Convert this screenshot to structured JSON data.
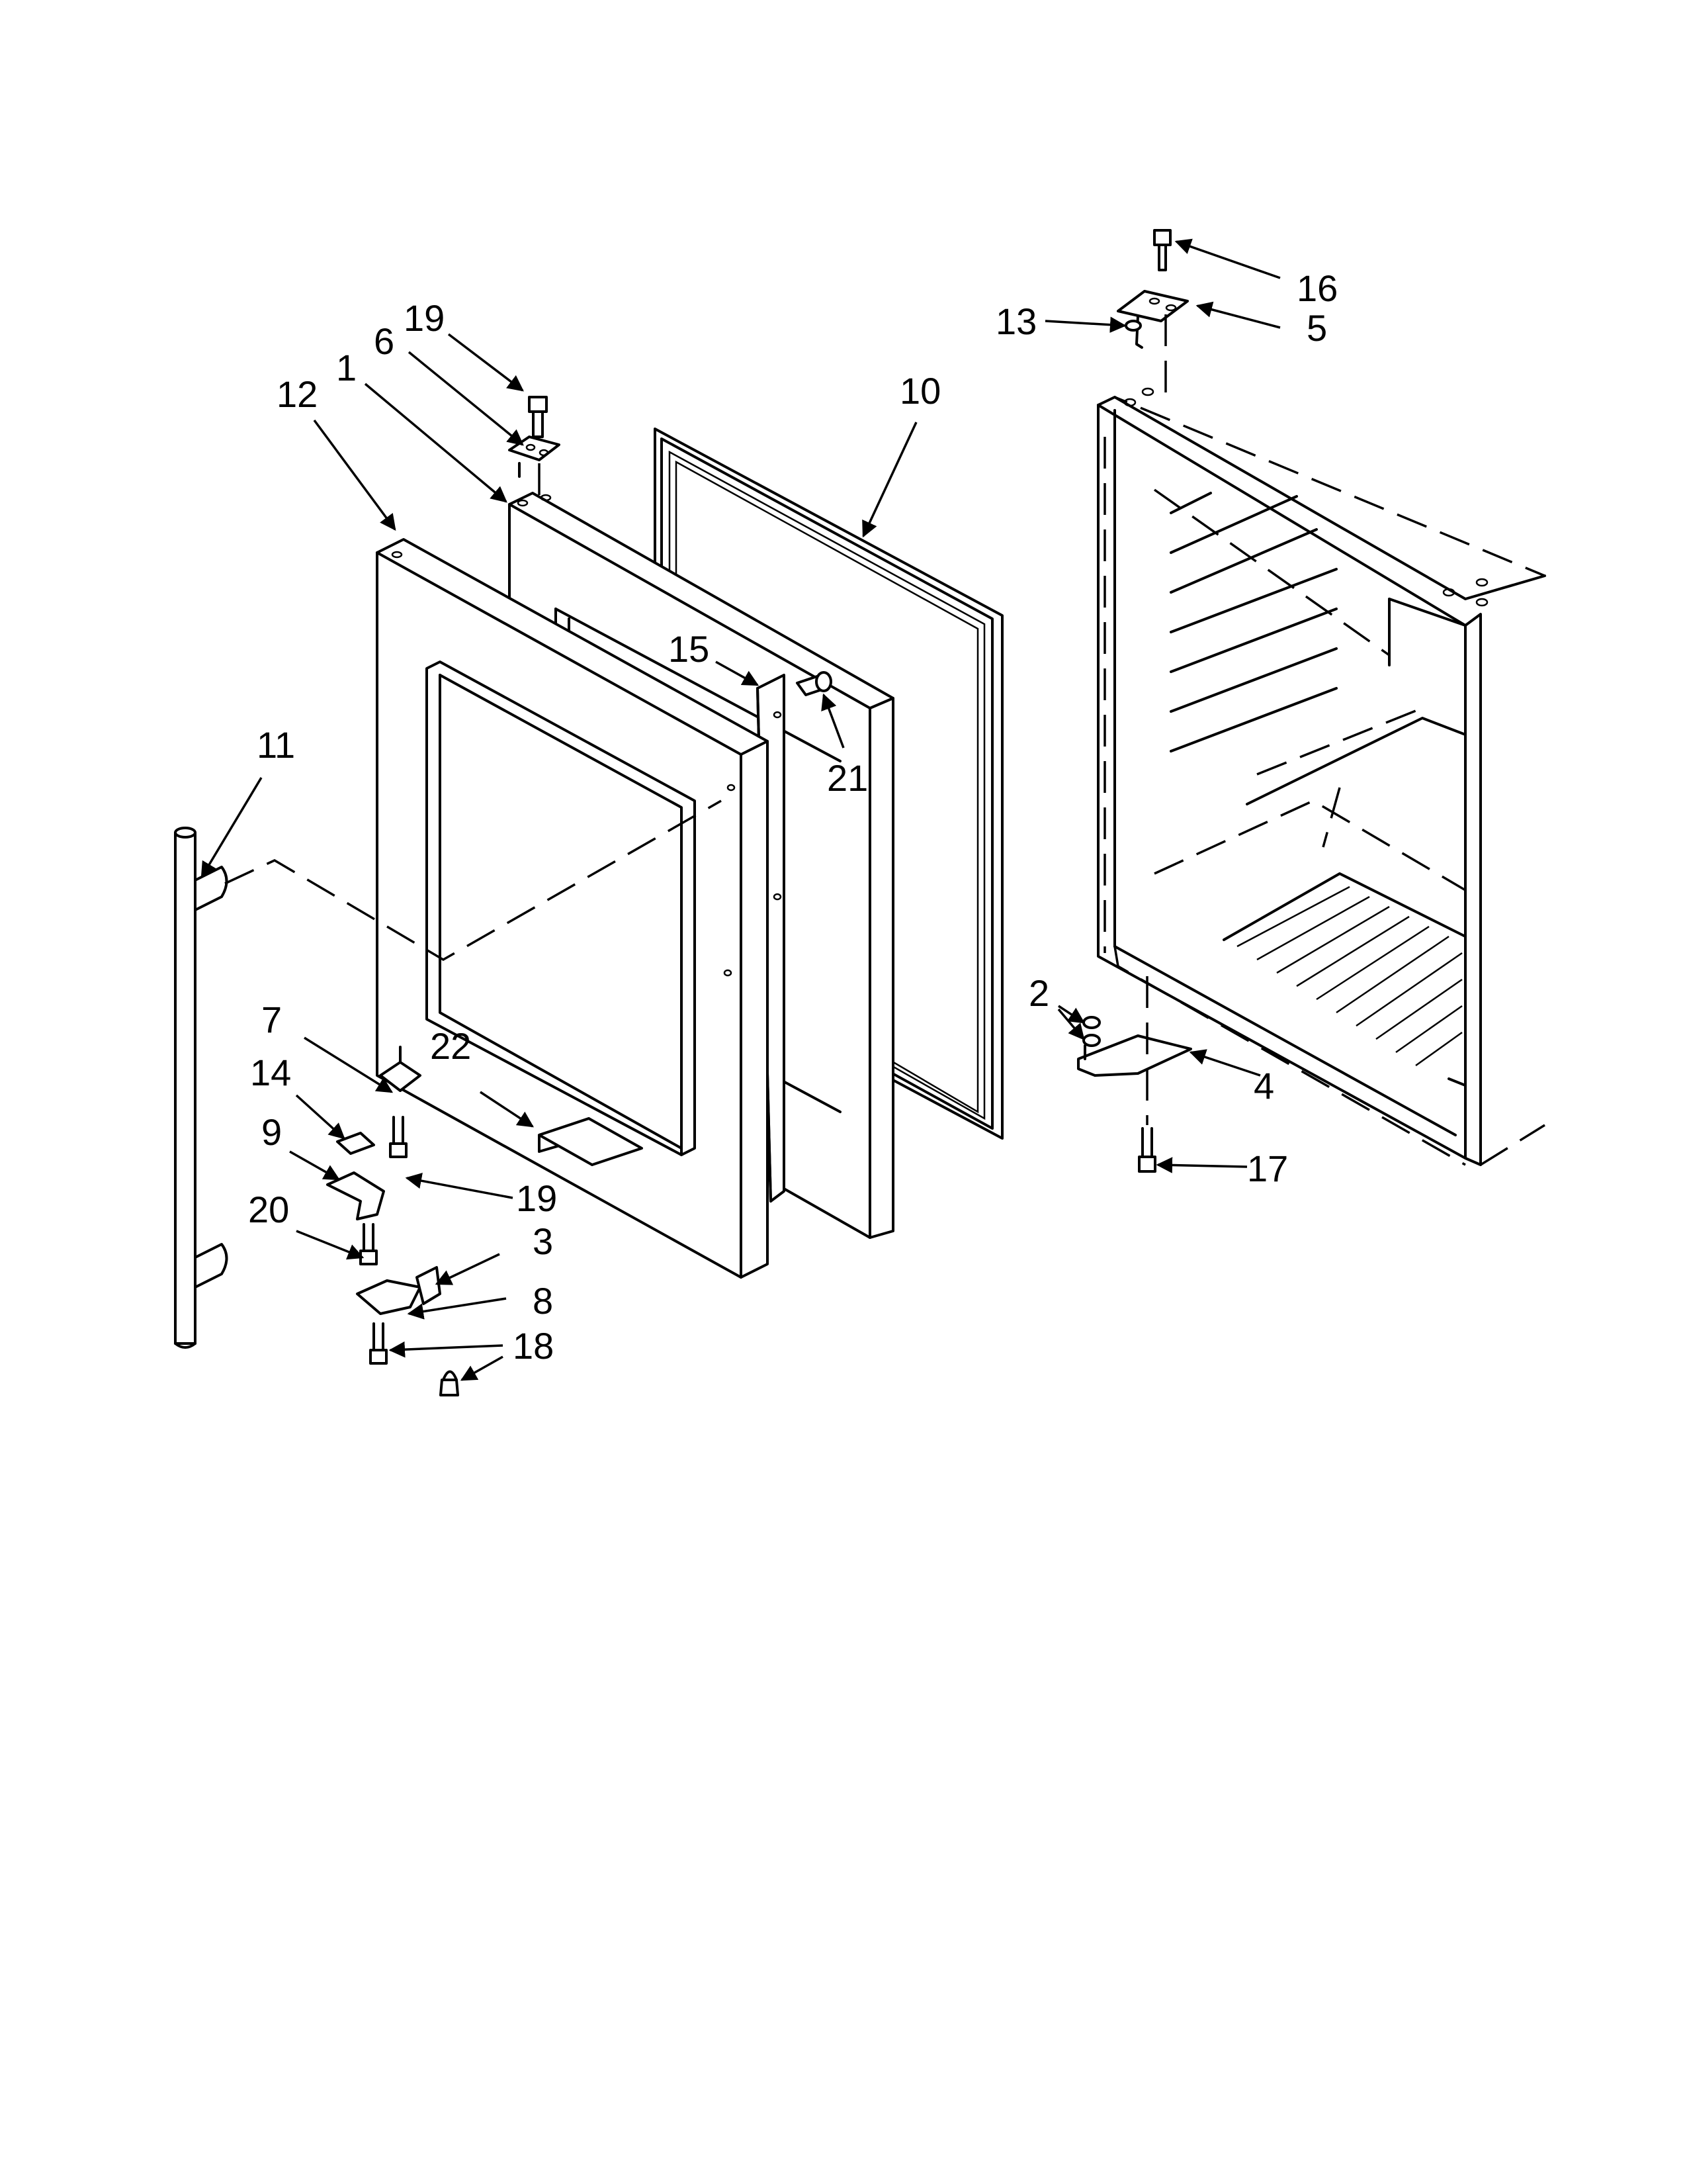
{
  "callouts": {
    "c1": "1",
    "c2": "2",
    "c3": "3",
    "c4": "4",
    "c5": "5",
    "c6": "6",
    "c7": "7",
    "c8": "8",
    "c9": "9",
    "c10": "10",
    "c11": "11",
    "c12": "12",
    "c13": "13",
    "c14": "14",
    "c15": "15",
    "c16": "16",
    "c17": "17",
    "c18": "18",
    "c19_top": "19",
    "c19_bottom": "19",
    "c20": "20",
    "c21": "21",
    "c22": "22"
  }
}
